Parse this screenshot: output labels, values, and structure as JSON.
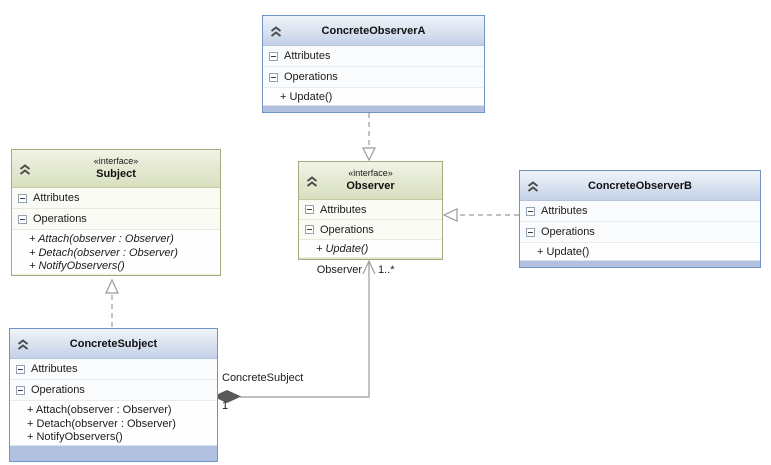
{
  "labels": {
    "attributes": "Attributes",
    "operations": "Operations"
  },
  "classes": {
    "concreteObserverA": {
      "title": "ConcreteObserverA",
      "operations": [
        "+ Update()"
      ]
    },
    "subject": {
      "stereotype": "«interface»",
      "title": "Subject",
      "operations": [
        "+ Attach(observer : Observer)",
        "+ Detach(observer : Observer)",
        "+ NotifyObservers()"
      ]
    },
    "observer": {
      "stereotype": "«interface»",
      "title": "Observer",
      "operations": [
        "+ Update()"
      ]
    },
    "concreteObserverB": {
      "title": "ConcreteObserverB",
      "operations": [
        "+ Update()"
      ]
    },
    "concreteSubject": {
      "title": "ConcreteSubject",
      "operations": [
        "+ Attach(observer : Observer)",
        "+ Detach(observer : Observer)",
        "+ NotifyObservers()"
      ]
    }
  },
  "relations": {
    "aggregation": {
      "source_role": "ConcreteSubject",
      "source_multiplicity": "1",
      "target_role": "Observer",
      "target_multiplicity": "1..*"
    },
    "realizations": [
      {
        "from": "ConcreteObserverA",
        "to": "Observer"
      },
      {
        "from": "ConcreteObserverB",
        "to": "Observer"
      },
      {
        "from": "ConcreteSubject",
        "to": "Subject"
      }
    ]
  },
  "icons": {
    "collapse": "chevron-double-up-icon",
    "expander": "minus-box-icon"
  },
  "colors": {
    "class_border": "#7094c4",
    "class_header_top": "#f0f3f9",
    "class_header_bottom": "#c3d0e8",
    "class_footer": "#b2c1df",
    "interface_border": "#a8a97c",
    "interface_header_top": "#f1f4e6",
    "interface_header_bottom": "#d8e0bf",
    "interface_footer": "#dbe2c5",
    "connector": "#9b9b9b",
    "aggregation_diamond": "#595959",
    "text": "#1b1b1b"
  }
}
